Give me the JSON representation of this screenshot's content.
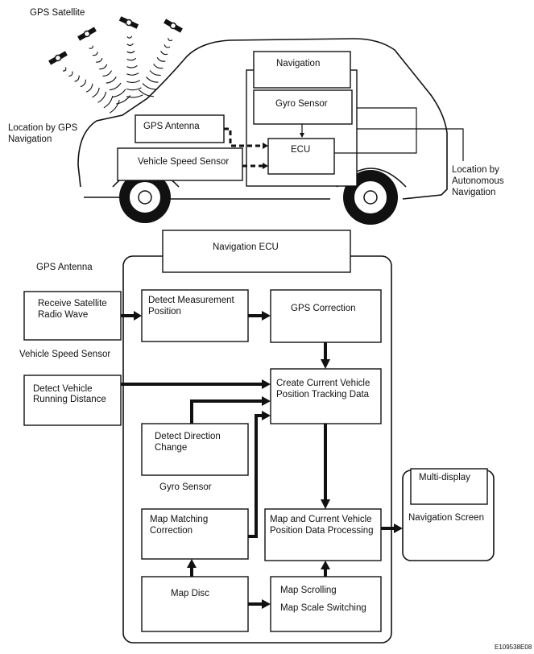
{
  "top_section": {
    "gps_satellite": "GPS Satellite",
    "location_by_gps": [
      "Location by GPS",
      "Navigation"
    ],
    "navigation": "Navigation",
    "gyro_sensor": "Gyro Sensor",
    "gps_antenna": "GPS Antenna",
    "ecu": "ECU",
    "vehicle_speed_sensor": "Vehicle Speed Sensor",
    "location_by_autonomous": [
      "Location by",
      "Autonomous",
      "Navigation"
    ]
  },
  "flow_section": {
    "navigation_ecu": "Navigation ECU",
    "gps_antenna_label": "GPS Antenna",
    "receive_satellite": [
      "Receive Satellite",
      "Radio Wave"
    ],
    "detect_measurement": [
      "Detect Measurement",
      "Position"
    ],
    "gps_correction": "GPS Correction",
    "vehicle_speed_sensor_label": "Vehicle Speed Sensor",
    "detect_vehicle_running": [
      "Detect Vehicle",
      "Running Distance"
    ],
    "create_current_vehicle": [
      "Create Current Vehicle",
      "Position Tracking Data"
    ],
    "detect_direction": [
      "Detect Direction",
      "Change"
    ],
    "gyro_sensor_label": "Gyro Sensor",
    "multi_display": "Multi-display",
    "navigation_screen": "Navigation Screen",
    "map_matching": [
      "Map Matching",
      "Correction"
    ],
    "map_current_processing": [
      "Map and Current Vehicle",
      "Position Data Processing"
    ],
    "map_disc": "Map Disc",
    "map_scrolling": "Map Scrolling",
    "map_scale_switching": "Map Scale Switching"
  },
  "figure_code": "E109538E08"
}
